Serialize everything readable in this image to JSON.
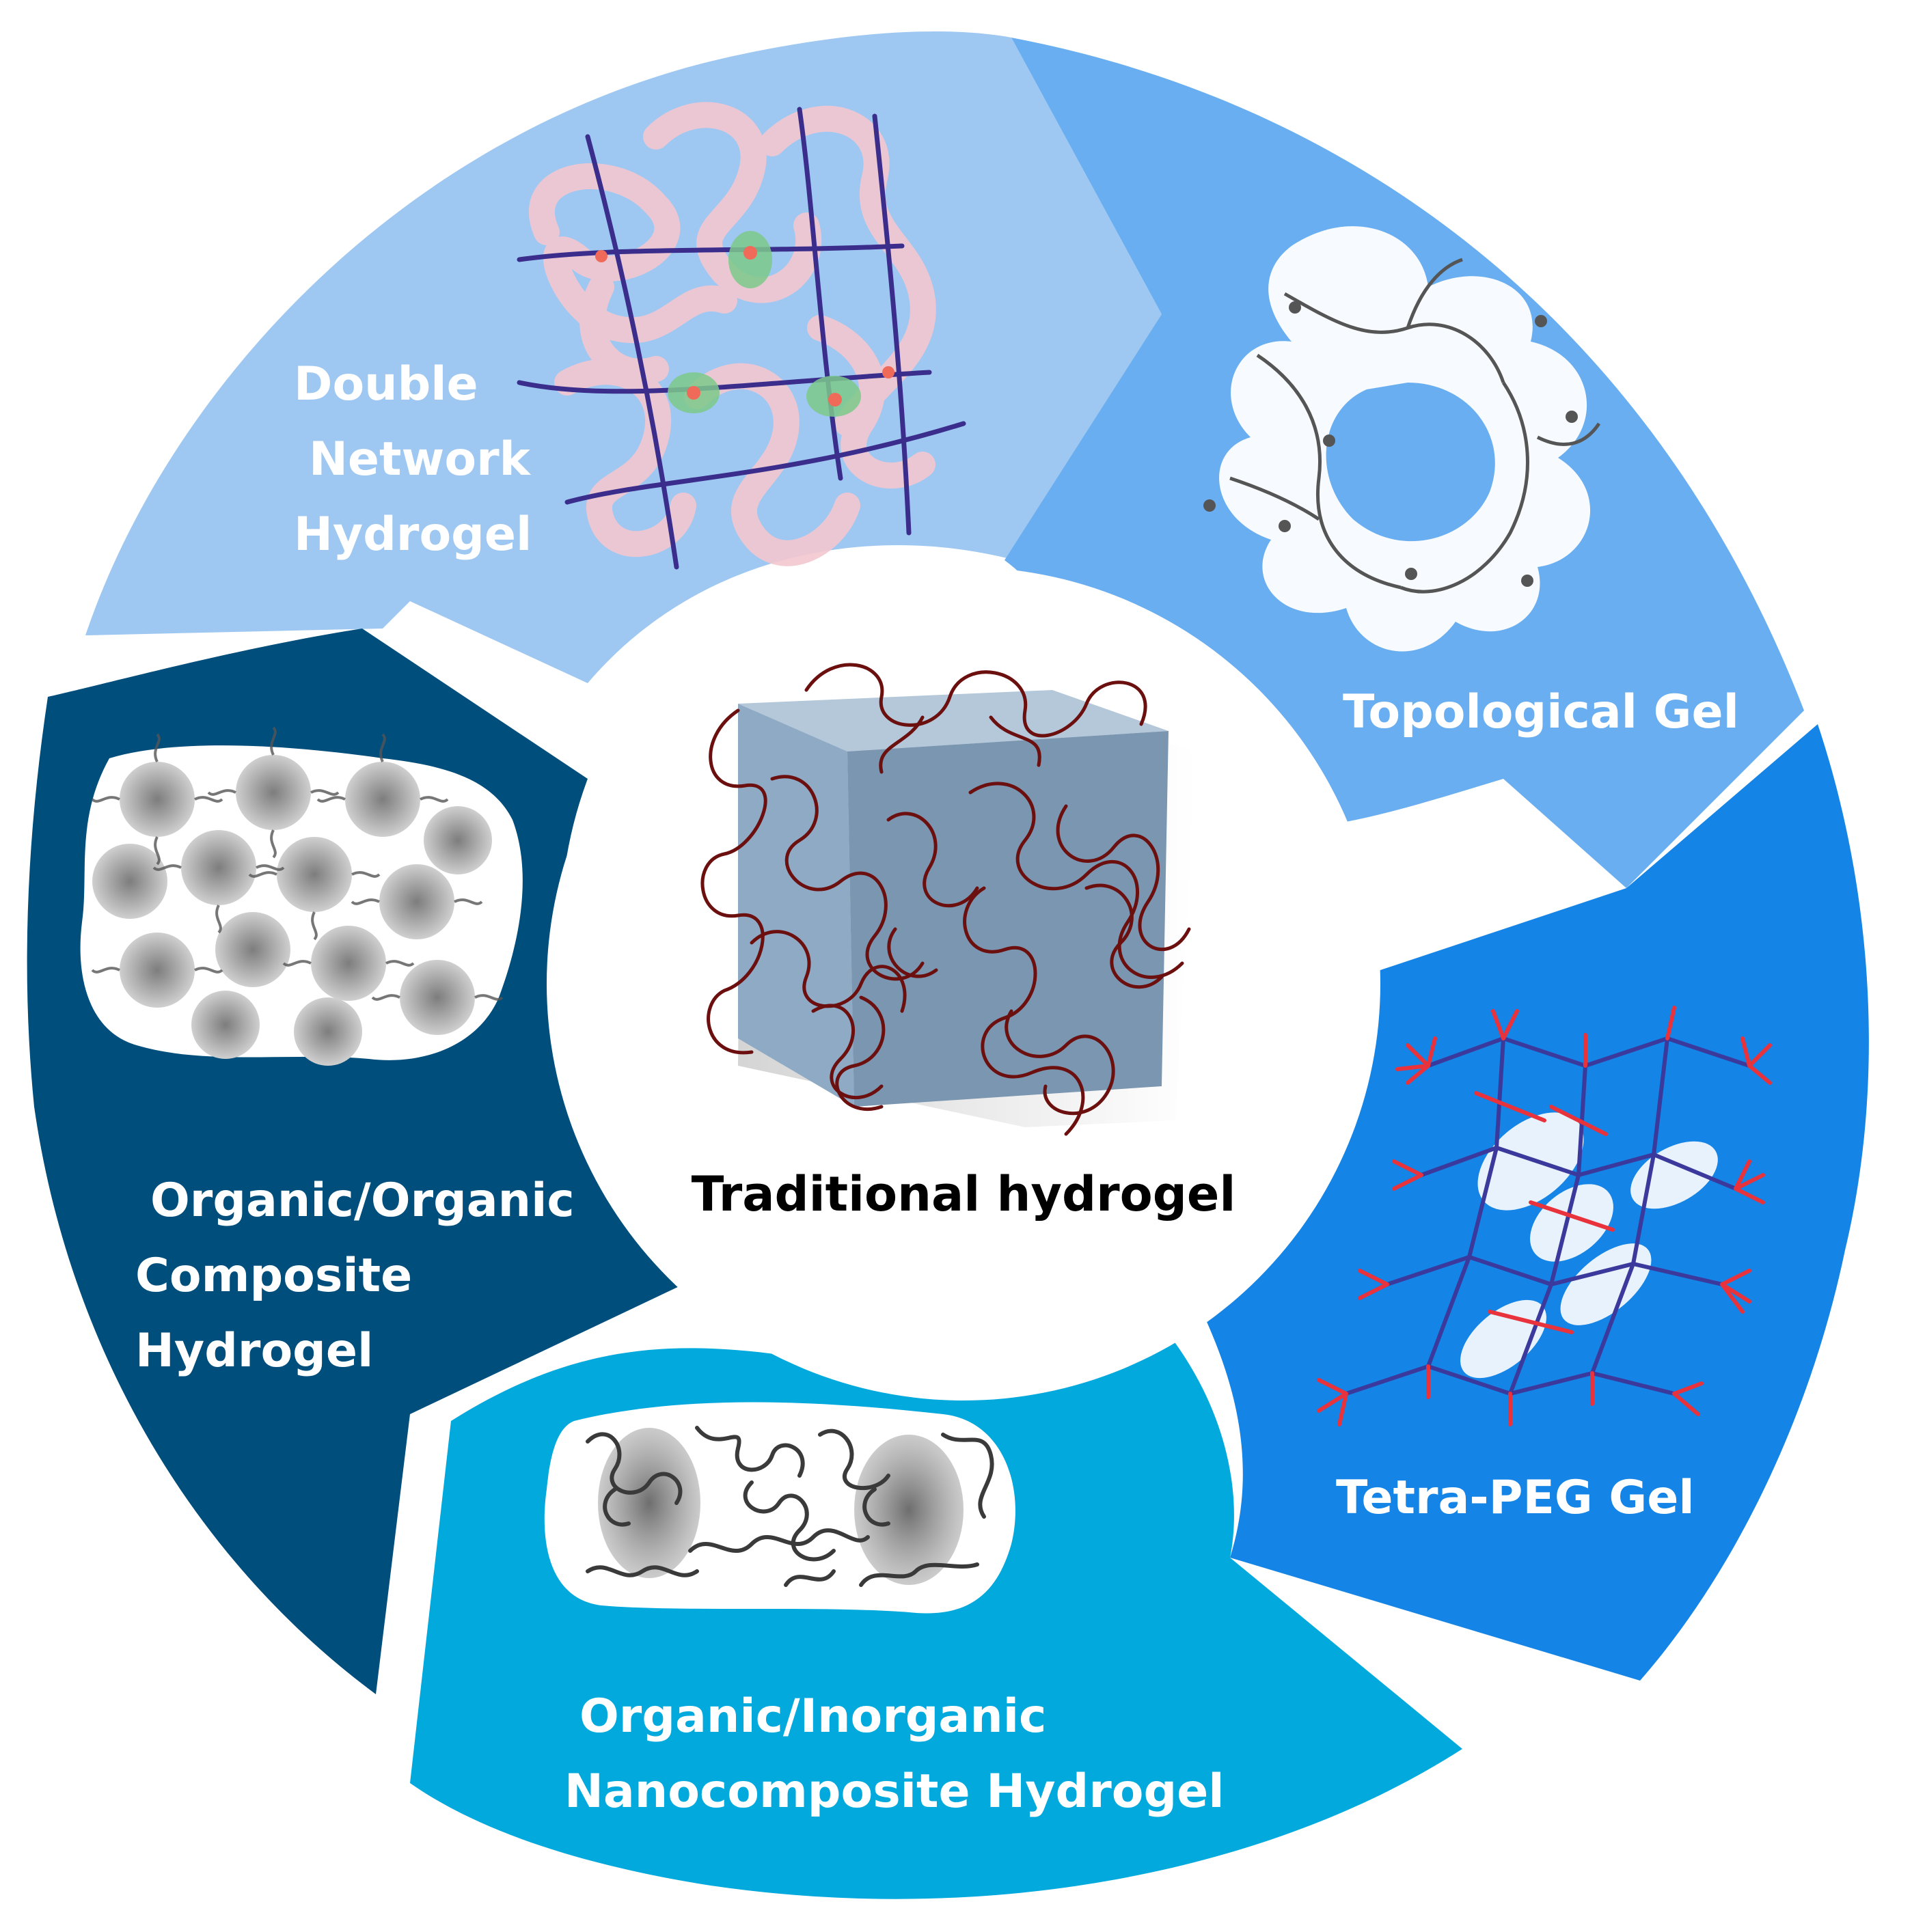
{
  "center": {
    "label": "Traditional hydrogel"
  },
  "segments": [
    {
      "id": "double-network",
      "lines": [
        "Double",
        "Network",
        "Hydrogel"
      ],
      "color": "#9ec8f2"
    },
    {
      "id": "topological",
      "lines": [
        "Topological Gel"
      ],
      "color": "#69aef0"
    },
    {
      "id": "tetra-peg",
      "lines": [
        "Tetra-PEG Gel"
      ],
      "color": "#1484e6"
    },
    {
      "id": "organic-inorganic",
      "lines": [
        "Organic/Inorganic",
        "Nanocomposite Hydrogel"
      ],
      "color": "#02a9dd"
    },
    {
      "id": "organic-organic",
      "lines": [
        "Organic/Organic",
        "Composite",
        "Hydrogel"
      ],
      "color": "#004e7c"
    }
  ],
  "colors": {
    "center_text": "#000000",
    "segment_text": "#ffffff",
    "cube_front": "#8faac4",
    "cube_top": "#b4c8da",
    "cube_side": "#7b96b0",
    "polymer_chain": "#6b0f0f",
    "dn_pink": "#f3c7cf",
    "dn_blue": "#3a2d8c",
    "dn_green": "#7dc98b",
    "tetra_red": "#e8323c",
    "tetra_blue": "#3b3a9c"
  }
}
